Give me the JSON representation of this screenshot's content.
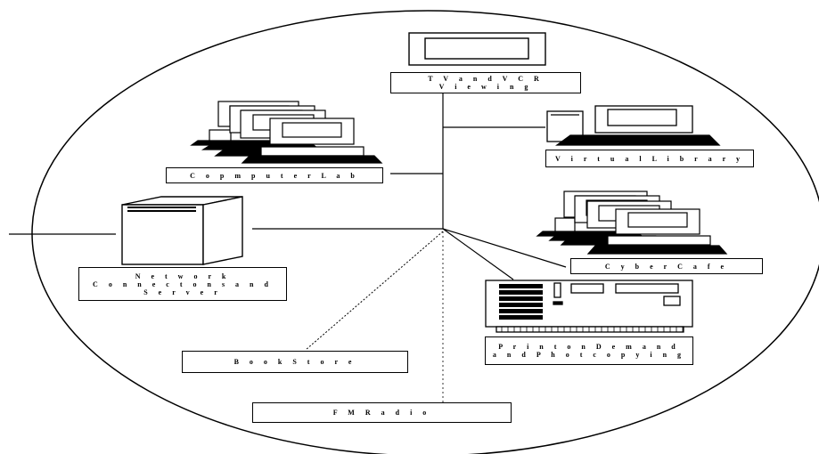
{
  "labels": {
    "tv": "T V   a n d   V C R\nV i e w i n g",
    "virtual_library": "V i r t u a l   L i b r a r y",
    "computer_lab": "C o p m p u t e r   L a b",
    "network": "N e t w o r k\nC o n n e c t o n s       a n d\nS e r v e r",
    "cyber_cafe": "C y b e r   C a f e",
    "print": "P r i n t   o n   D e m a n d\na n d   P h o t c o p y i n g",
    "book_store": "B o o k   S t o r e",
    "fm_radio": "F M   R a d i o"
  }
}
